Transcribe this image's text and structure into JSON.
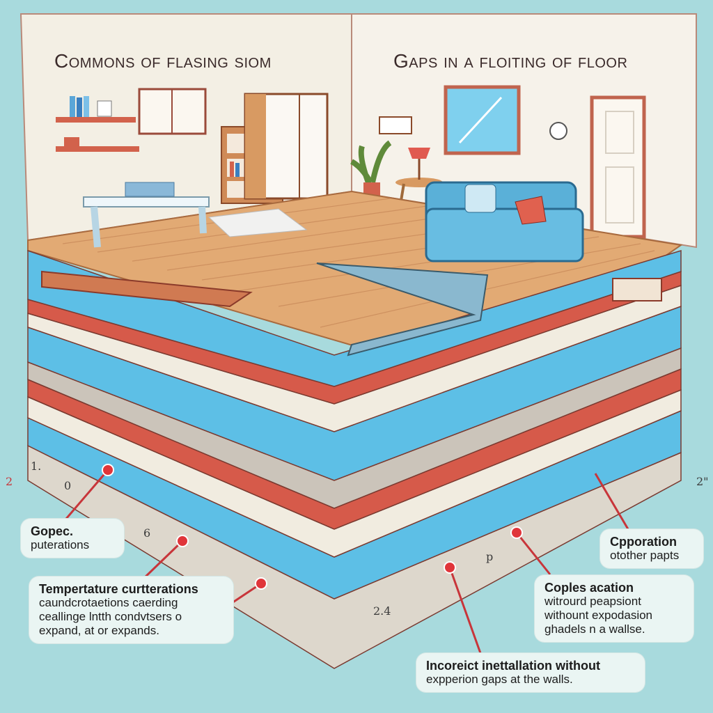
{
  "titles": {
    "left": "Commons of flasing siom",
    "right": "Gaps in a floiting of floor"
  },
  "callouts": [
    {
      "heading": "Gopec.",
      "body": "puterations"
    },
    {
      "heading": "Tempertature curtterations",
      "body": "caundcrotaetions caerding ceallinge lntth condvtsers o expand, at or expands."
    },
    {
      "heading": "Cpporation",
      "body": "otother papts"
    },
    {
      "heading": "Coples acation",
      "body": "witrourd peapsiont withount expodasion ghadels n a wallse."
    },
    {
      "heading": "Incoreict inettallation without",
      "body": "expperion gaps at the walls."
    }
  ],
  "marks": {
    "left_edge": "2",
    "right_edge": "2\"",
    "one": "1.",
    "zero": "0",
    "six": "6",
    "two_four": "2.4",
    "p": "p"
  },
  "colors": {
    "background": "#a8dadd",
    "wall": "#f3efe4",
    "wood": "#e2aa74",
    "layer_blue": "#5dbfe6",
    "layer_red": "#d65a4a",
    "concrete": "#ddd7cc",
    "pin": "#e0353a"
  }
}
